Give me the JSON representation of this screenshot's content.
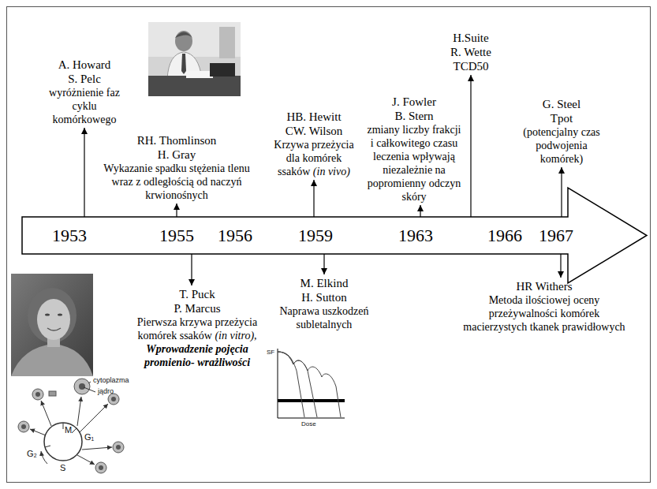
{
  "diagram": {
    "nodes": [
      {
        "text": [
          "1953",
          "1955",
          "1956",
          "1959",
          "1963",
          "1966",
          "1967"
        ]
      },
      {
        "text": [
          "A. Howard",
          "S. Pelc",
          "wyróżnienie faz cyklu komórkowego"
        ]
      },
      {
        "text": [
          "RH. Thomlinson",
          "H. Gray",
          "Wykazanie spadku stężenia tlenu wraz z odległością od naczyń krwionośnych"
        ]
      },
      {
        "text": [
          "HB. Hewitt",
          "CW. Wilson",
          "Krzywa przeżycia dla komórek ssaków",
          "(in vivo)"
        ]
      },
      {
        "text": [
          "J. Fowler",
          "B. Stern",
          "zmiany liczby frakcji i całkowitego czasu leczenia wpływają niezależnie na popromienny odczyn skóry"
        ]
      },
      {
        "text": [
          "H.Suite",
          "R. Wette",
          "TCD50"
        ]
      },
      {
        "text": [
          "G. Steel",
          "Tpot",
          "(potencjalny czas podwojenia komórek)"
        ]
      },
      {
        "text": [
          "T. Puck",
          "P. Marcus",
          "Pierwsza krzywa przeżycia komórek ssaków",
          "(in vitro),",
          "Wprowadzenie pojęcia promienio- wrażliwości"
        ]
      },
      {
        "text": [
          "M. Elkind",
          "H. Sutton",
          "Naprawa uszkodzeń subletalnych"
        ]
      },
      {
        "text": [
          "HR Withers",
          "Metoda ilościowej oceny przeżywalności komórek macierzystych tkanek prawidłowych"
        ]
      }
    ],
    "edges": [
      {
        "from": 0,
        "to": 1,
        "arrow": "to"
      },
      {
        "from": 0,
        "to": 2,
        "arrow": "to"
      },
      {
        "from": 0,
        "to": 3,
        "arrow": "to"
      },
      {
        "from": 0,
        "to": 4,
        "arrow": "to"
      },
      {
        "from": 0,
        "to": 5,
        "arrow": "to"
      },
      {
        "from": 0,
        "to": 6,
        "arrow": "to"
      },
      {
        "from": 0,
        "to": 7,
        "arrow": "to"
      },
      {
        "from": 0,
        "to": 8,
        "arrow": "to"
      },
      {
        "from": 0,
        "to": 9,
        "arrow": "to"
      }
    ],
    "labels": [
      "cytoplazma",
      "jądro",
      "M",
      "G₁",
      "G₂",
      "S",
      "SF",
      "Dose"
    ]
  }
}
